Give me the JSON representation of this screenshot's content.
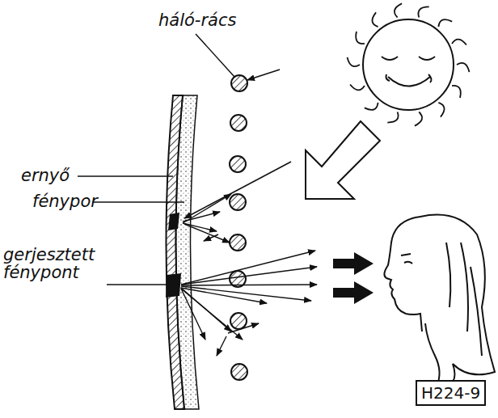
{
  "diagram": {
    "nodes": [
      {
        "text": [
          "H224-9"
        ]
      }
    ],
    "labels": [
      "háló-rács",
      "ernyő",
      "fénypor",
      "gerjesztett fénypont"
    ]
  }
}
